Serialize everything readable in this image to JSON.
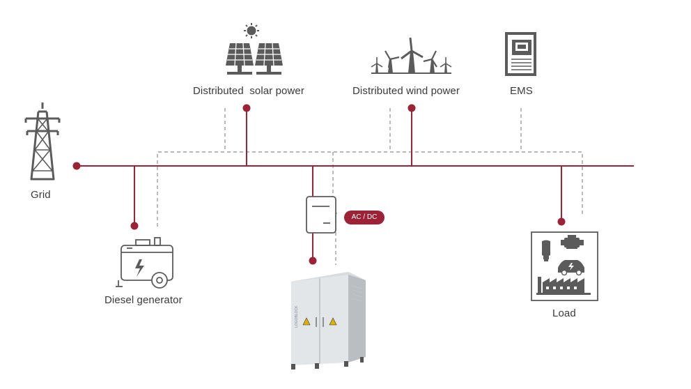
{
  "nodes": {
    "grid": "Grid",
    "solar": "Distributed  solar power",
    "wind": "Distributed wind power",
    "ems": "EMS",
    "diesel": "Diesel generator",
    "load": "Load",
    "converter": "AC / DC",
    "cabinet_brand": "LOGOBLOCK"
  },
  "colors": {
    "power_line": "#9b2335",
    "comm_line": "#8c8c8c",
    "icon": "#5b5b5b",
    "badge": "#9b2335"
  }
}
